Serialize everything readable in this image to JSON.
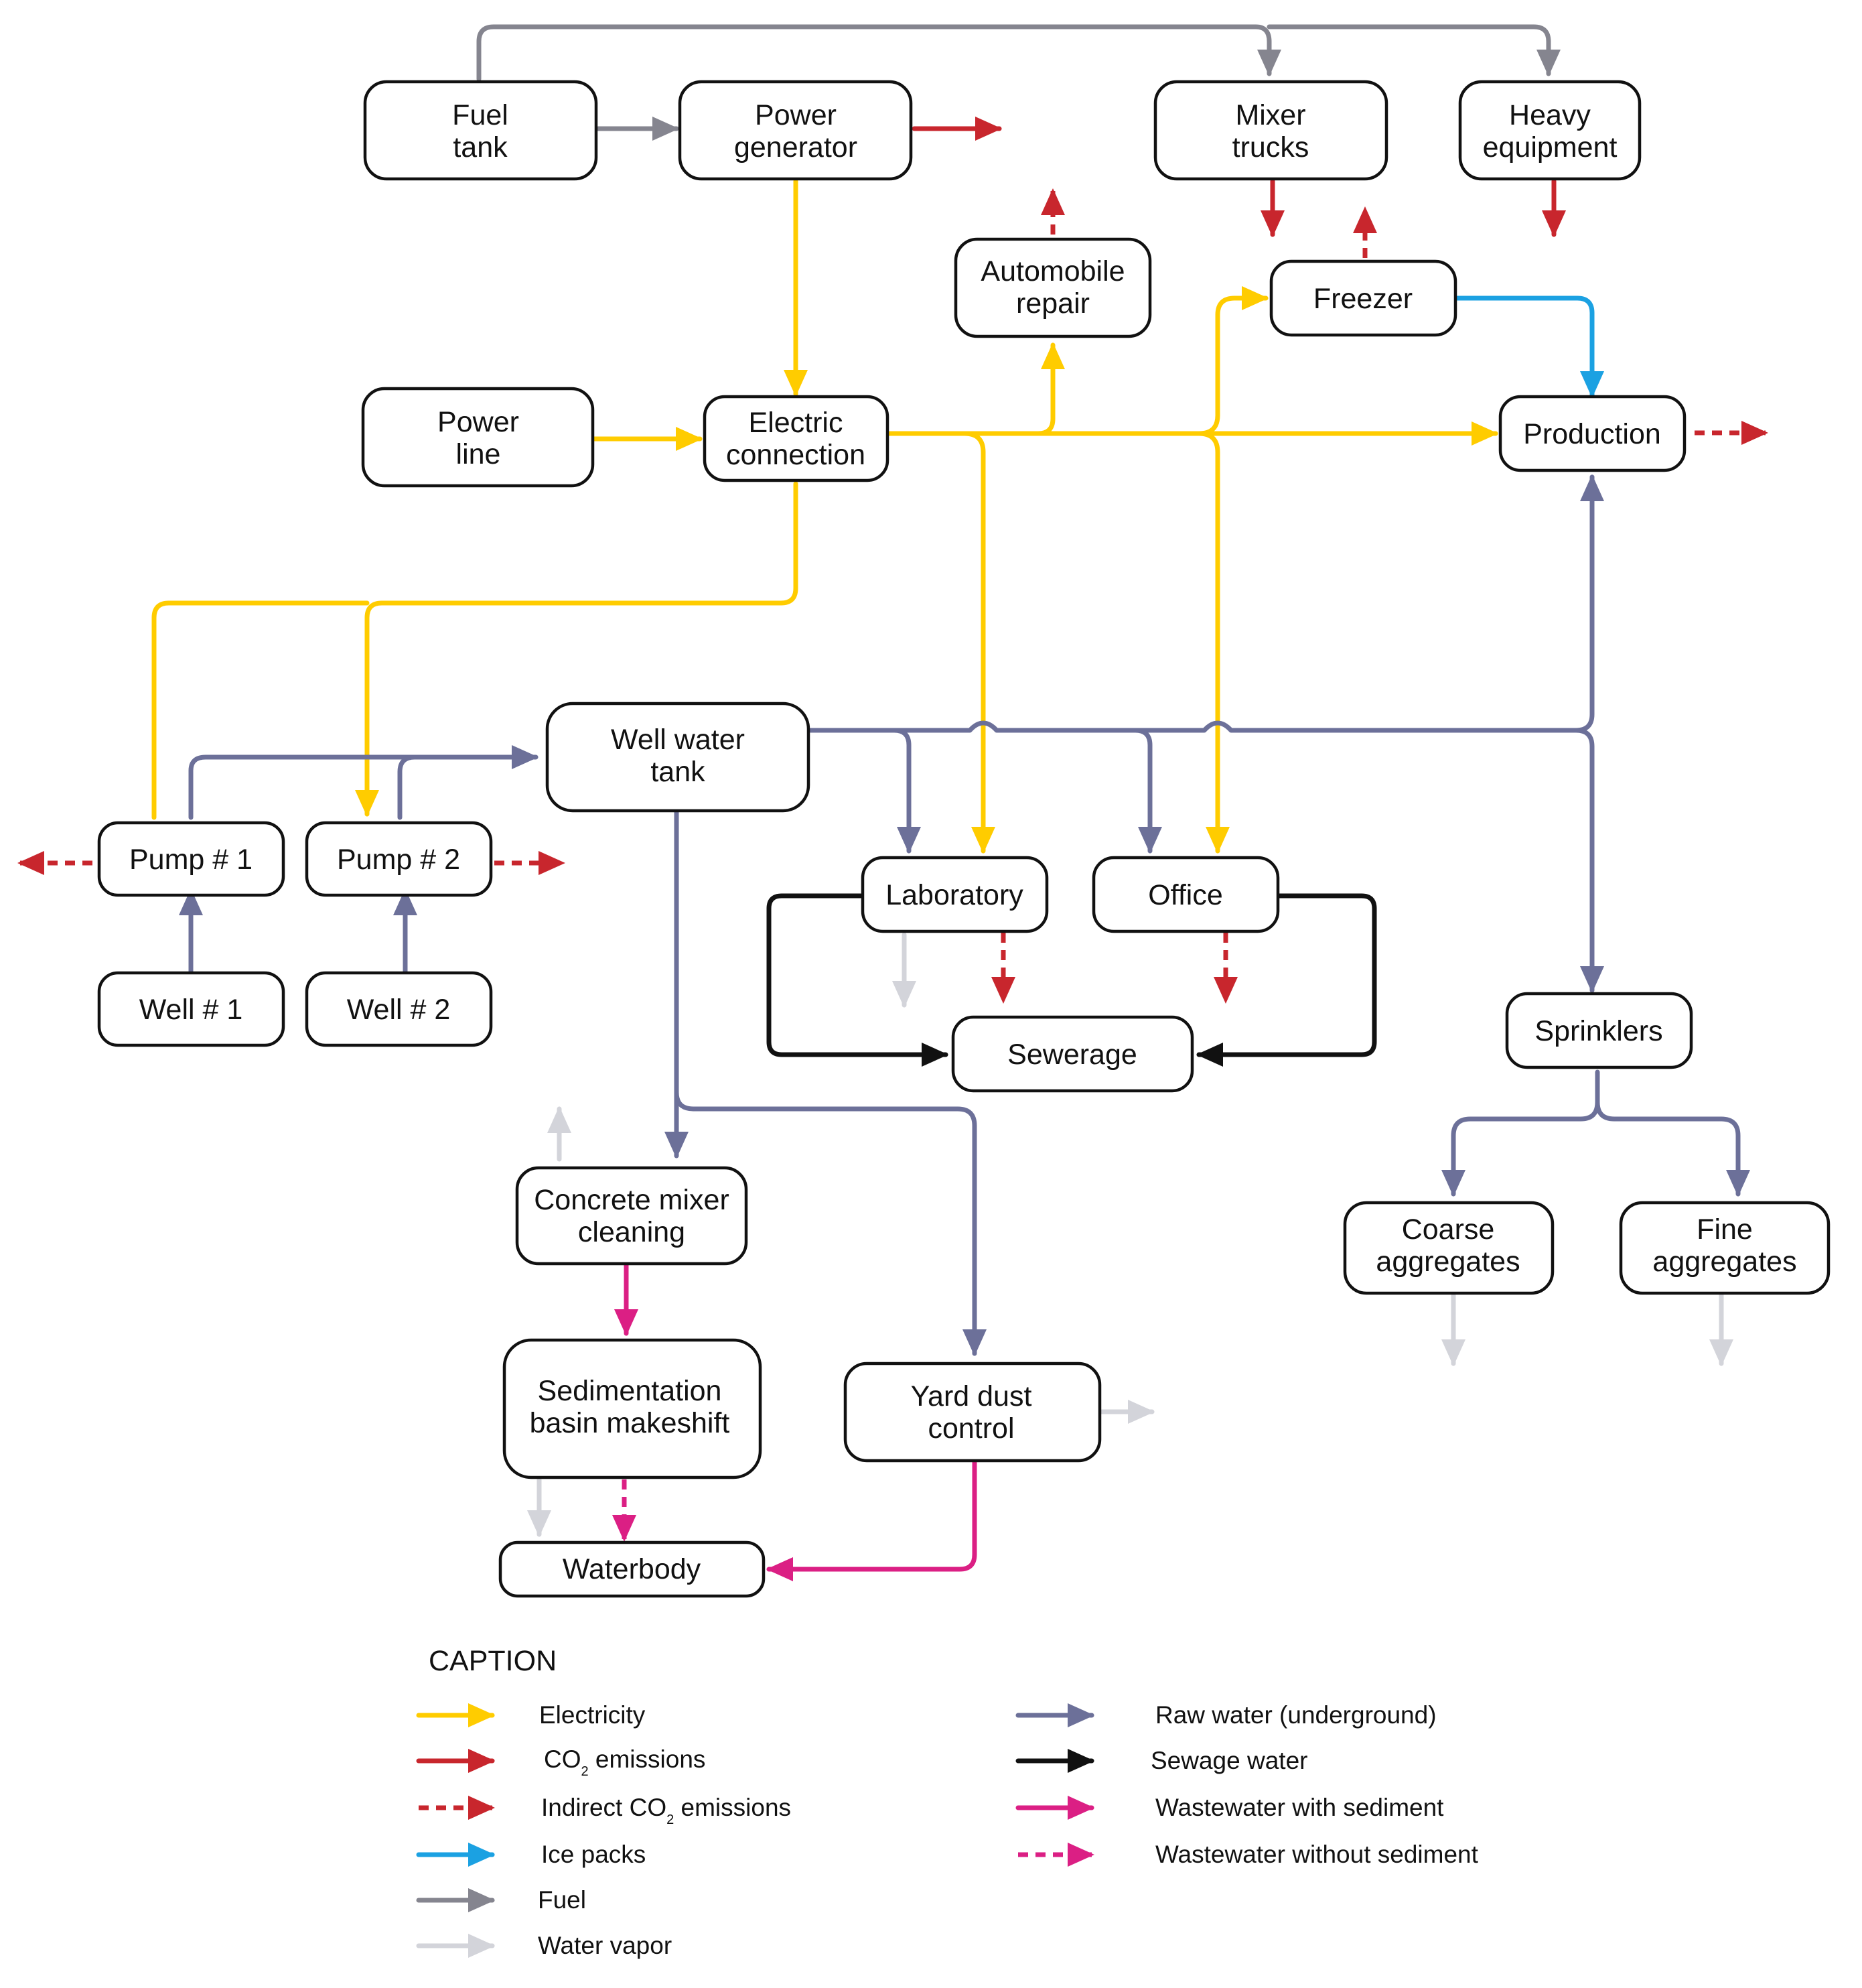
{
  "colors": {
    "electricity": "#FFCC00",
    "co2": "#C8262D",
    "ice": "#1BA1E2",
    "fuel": "#85858F",
    "vapor": "#D3D4DA",
    "raw_water": "#6C7099",
    "sewage": "#111111",
    "wastewater": "#DB1F84"
  },
  "nodes": {
    "fuel_tank": [
      "Fuel",
      "tank"
    ],
    "power_generator": [
      "Power",
      "generator"
    ],
    "mixer_trucks": [
      "Mixer",
      "trucks"
    ],
    "heavy_equipment": [
      "Heavy",
      "equipment"
    ],
    "automobile_repair": [
      "Automobile",
      "repair"
    ],
    "freezer": [
      "Freezer"
    ],
    "power_line": [
      "Power",
      "line"
    ],
    "electric_connection": [
      "Electric",
      "connection"
    ],
    "production": [
      "Production"
    ],
    "well_water_tank": [
      "Well water",
      "tank"
    ],
    "pump_1": [
      "Pump # 1"
    ],
    "pump_2": [
      "Pump # 2"
    ],
    "well_1": [
      "Well # 1"
    ],
    "well_2": [
      "Well # 2"
    ],
    "laboratory": [
      "Laboratory"
    ],
    "office": [
      "Office"
    ],
    "sewerage": [
      "Sewerage"
    ],
    "sprinklers": [
      "Sprinklers"
    ],
    "concrete_mixer_cleaning": [
      "Concrete mixer",
      "cleaning"
    ],
    "coarse_aggregates": [
      "Coarse",
      "aggregates"
    ],
    "fine_aggregates": [
      "Fine",
      "aggregates"
    ],
    "sedimentation_basin": [
      "Sedimentation",
      "basin  makeshift"
    ],
    "yard_dust_control": [
      "Yard dust",
      "control"
    ],
    "waterbody": [
      "Waterbody"
    ]
  },
  "caption": {
    "title": "CAPTION",
    "items": {
      "electricity": "Electricity",
      "co2_pre": "CO",
      "co2_sub": "2",
      "co2_post": " emissions",
      "indirect_pre": "Indirect CO",
      "indirect_sub": "2",
      "indirect_post": " emissions",
      "ice": "Ice packs",
      "fuel": "Fuel",
      "vapor": "Water vapor",
      "raw_water": "Raw water (underground)",
      "sewage": "Sewage water",
      "wastewater": "Wastewater with sediment",
      "wastewater_no_sed": "Wastewater without sediment"
    }
  }
}
